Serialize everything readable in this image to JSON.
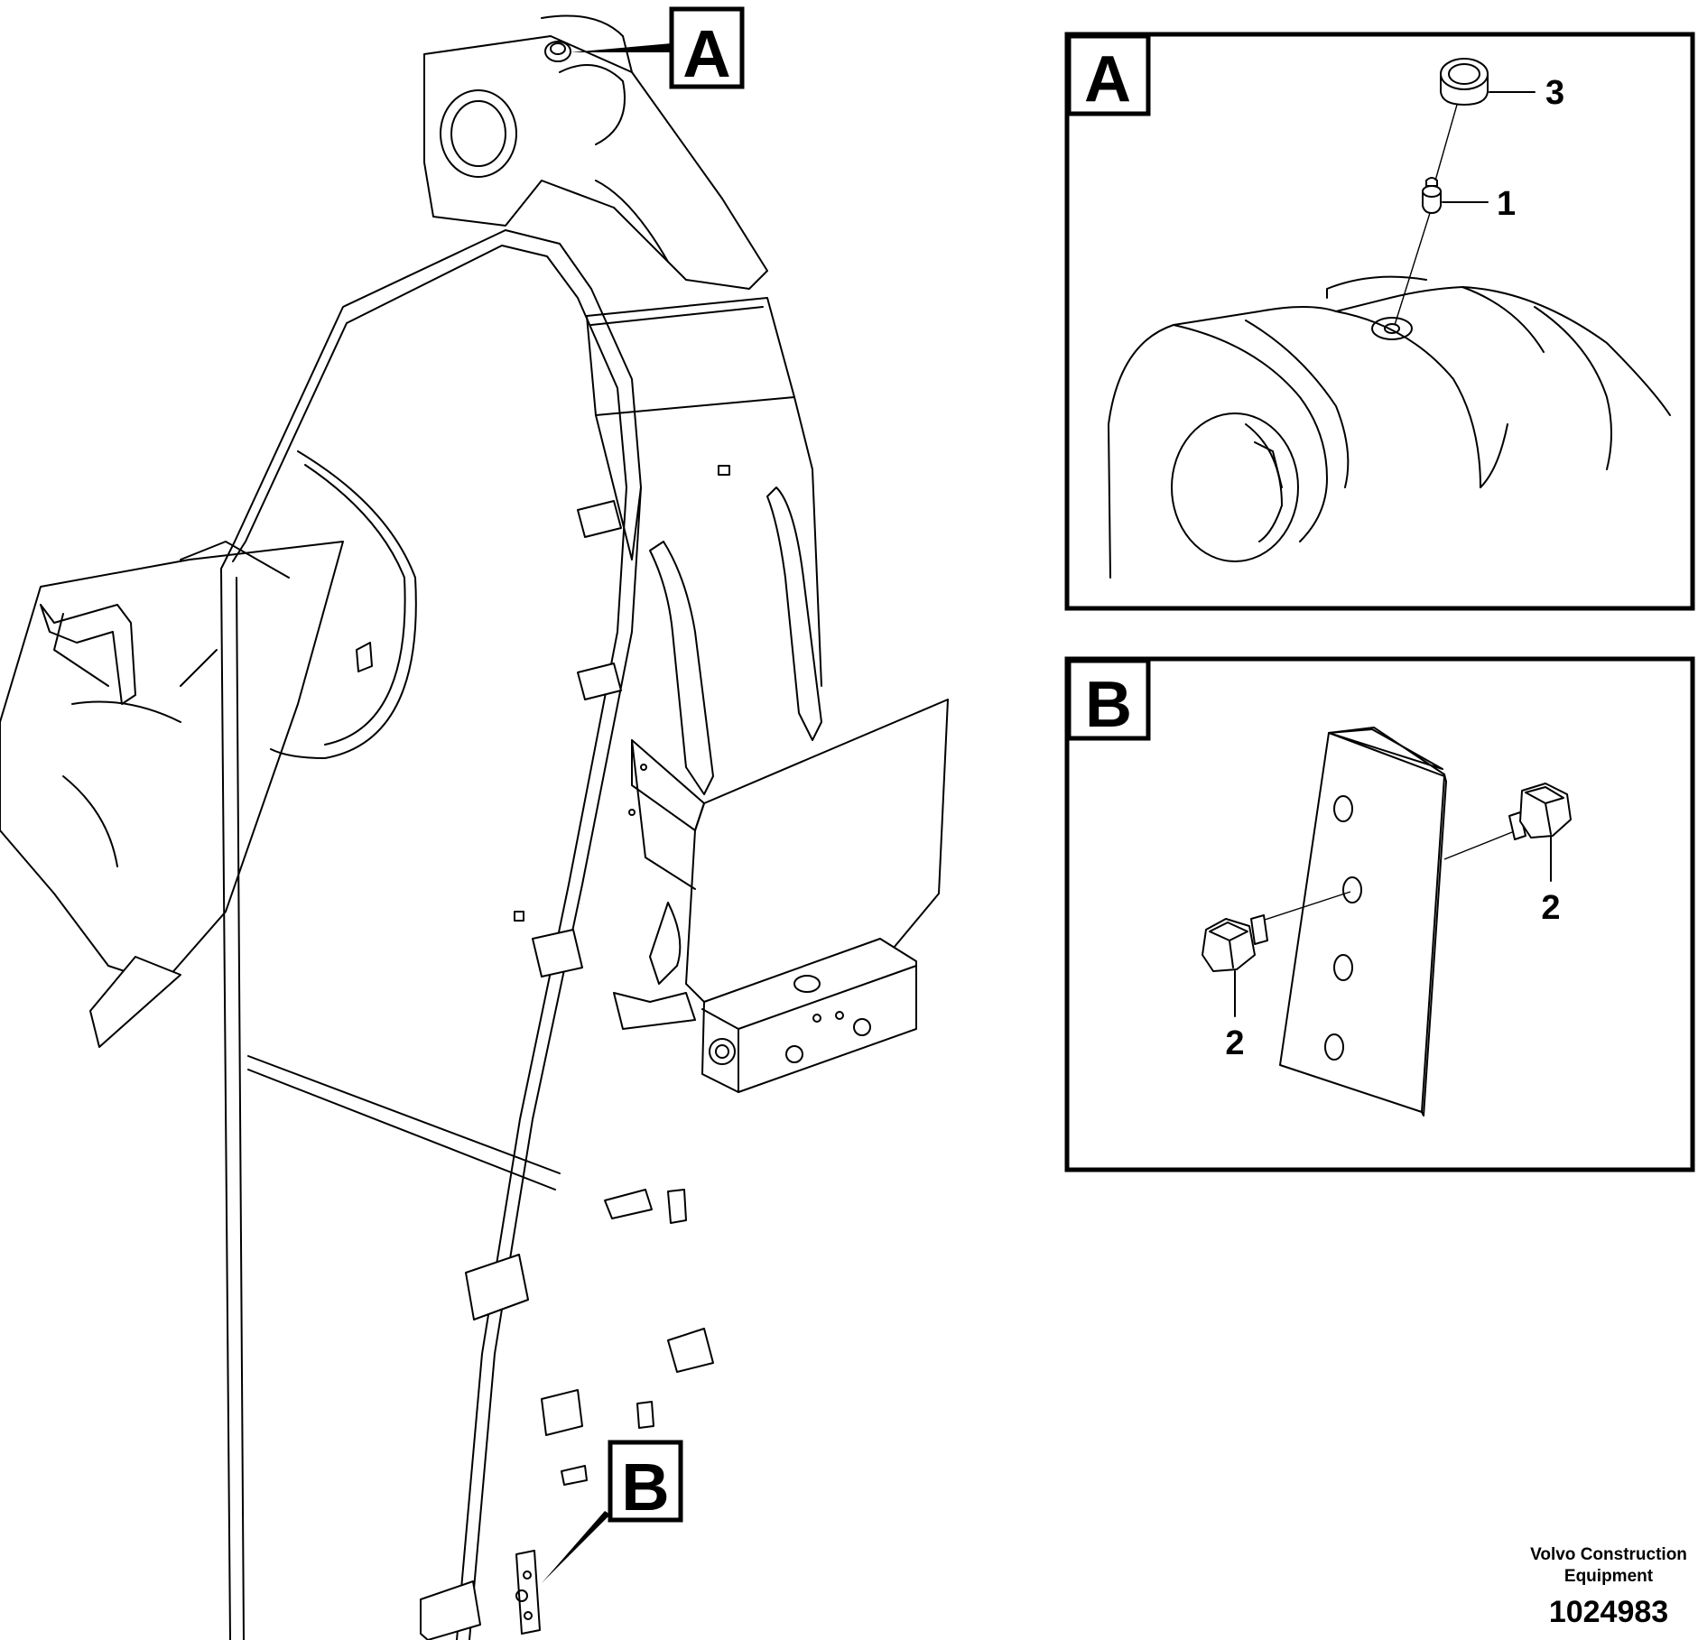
{
  "main_view": {
    "callout_a": "A",
    "callout_b": "B"
  },
  "detail_a": {
    "label": "A",
    "parts": [
      {
        "number": "3",
        "icon": "grease-cap-icon"
      },
      {
        "number": "1",
        "icon": "grease-nipple-icon"
      }
    ]
  },
  "detail_b": {
    "label": "B",
    "parts": [
      {
        "number": "2",
        "icon": "plug-bolt-icon"
      },
      {
        "number": "2",
        "icon": "plug-bolt-icon"
      }
    ]
  },
  "footer": {
    "company_line1": "Volvo Construction",
    "company_line2": "Equipment",
    "drawing_number": "1024983"
  }
}
